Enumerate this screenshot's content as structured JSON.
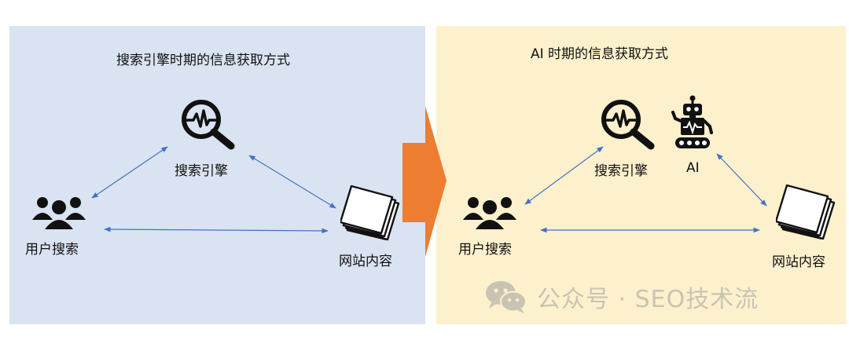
{
  "left": {
    "title": "搜索引擎时期的信息获取方式",
    "nodes": {
      "search_engine": "搜索引擎",
      "user_search": "用户搜索",
      "website_content": "网站内容"
    }
  },
  "right": {
    "title": "AI 时期的信息获取方式",
    "nodes": {
      "search_engine": "搜索引擎",
      "ai": "AI",
      "user_search": "用户搜索",
      "website_content": "网站内容"
    }
  },
  "colors": {
    "left_bg": "#dae3f1",
    "right_bg": "#fdf0cc",
    "arrow": "#ed7d31",
    "connector": "#4472c4"
  },
  "icons": [
    "magnifier-pulse-icon",
    "users-icon",
    "documents-icon",
    "robot-icon",
    "wechat-icon"
  ],
  "watermark": {
    "text": "公众号 · SEO技术流"
  }
}
